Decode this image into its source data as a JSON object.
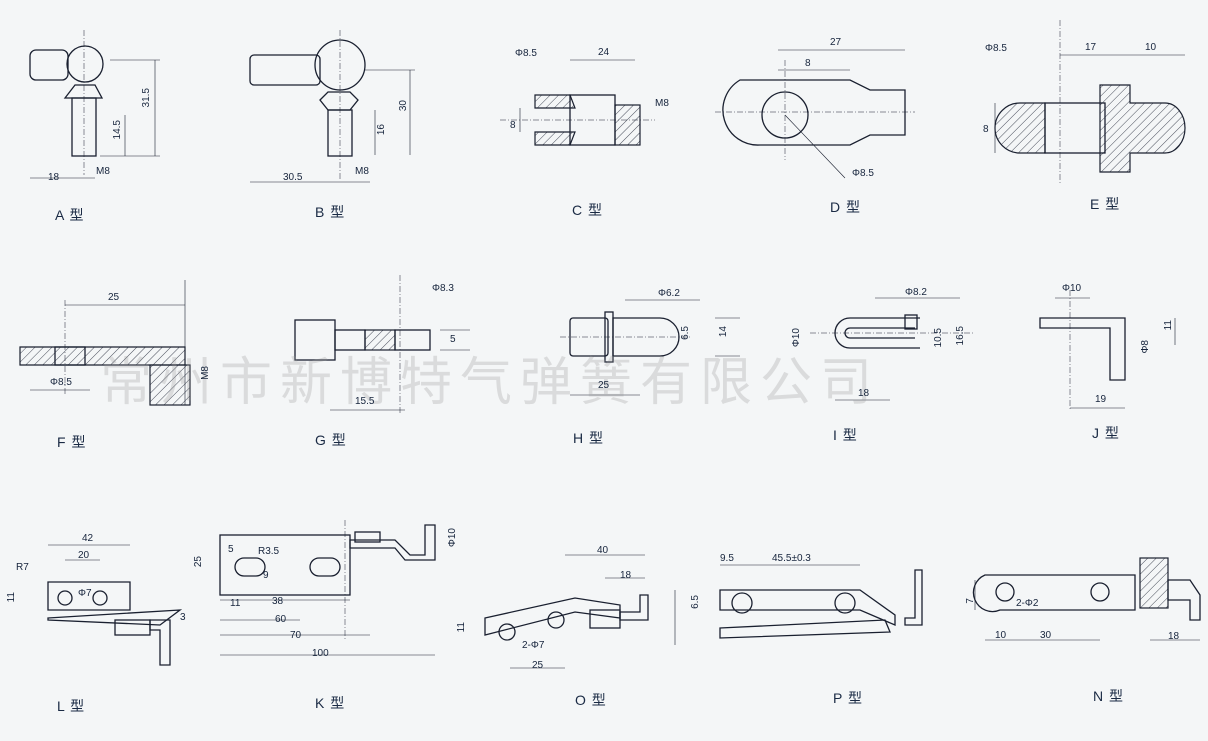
{
  "watermark": "常州市新博特气弹簧有限公司",
  "parts": {
    "A": {
      "label": "A  型",
      "dims": [
        "31.5",
        "14.5",
        "18",
        "M8"
      ]
    },
    "B": {
      "label": "B  型",
      "dims": [
        "30",
        "16",
        "30.5",
        "M8"
      ]
    },
    "C": {
      "label": "C  型",
      "dims": [
        "Φ8.5",
        "24",
        "M8",
        "8"
      ]
    },
    "D": {
      "label": "D  型",
      "dims": [
        "27",
        "8",
        "Φ8.5"
      ]
    },
    "E": {
      "label": "E  型",
      "dims": [
        "Φ8.5",
        "17",
        "10",
        "8"
      ]
    },
    "F": {
      "label": "F  型",
      "dims": [
        "25",
        "Φ8.5",
        "M8"
      ]
    },
    "G": {
      "label": "G  型",
      "dims": [
        "Φ8.3",
        "5",
        "15.5"
      ]
    },
    "H": {
      "label": "H  型",
      "dims": [
        "Φ6.2",
        "6.5",
        "14",
        "25"
      ]
    },
    "I": {
      "label": "I  型",
      "dims": [
        "Φ8.2",
        "Φ10",
        "10.5",
        "16.5",
        "18"
      ]
    },
    "J": {
      "label": "J  型",
      "dims": [
        "Φ10",
        "11",
        "Φ8",
        "19"
      ]
    },
    "L": {
      "label": "L  型",
      "dims": [
        "42",
        "20",
        "R7",
        "11",
        "Φ7",
        "3"
      ]
    },
    "K": {
      "label": "K  型",
      "dims": [
        "25",
        "5",
        "R3.5",
        "9",
        "Φ10",
        "11",
        "38",
        "60",
        "70",
        "100"
      ]
    },
    "O": {
      "label": "O  型",
      "dims": [
        "40",
        "18",
        "11",
        "2-Φ7",
        "25"
      ]
    },
    "P": {
      "label": "P  型",
      "dims": [
        "9.5",
        "45.5±0.3",
        "6.5"
      ]
    },
    "N": {
      "label": "N  型",
      "dims": [
        "7",
        "2-Φ2",
        "10",
        "30",
        "18"
      ]
    }
  }
}
